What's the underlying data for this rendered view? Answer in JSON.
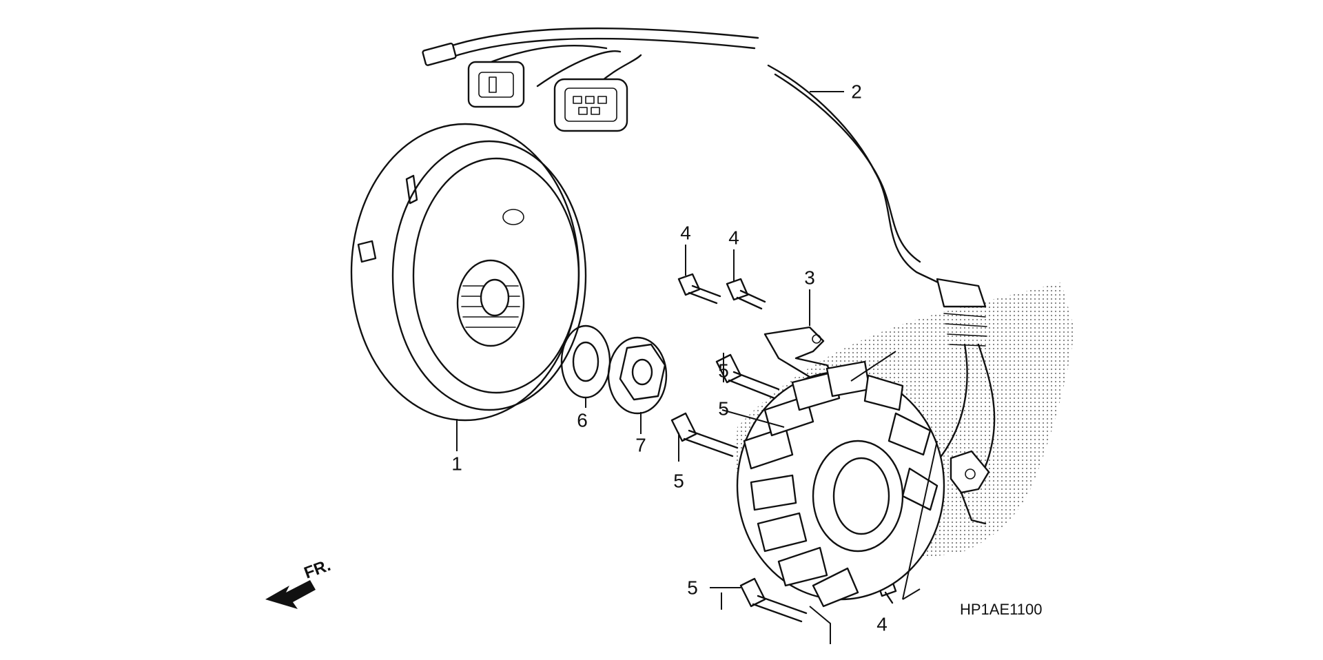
{
  "diagram": {
    "callouts": [
      "1",
      "2",
      "3",
      "4",
      "4",
      "4",
      "5",
      "5",
      "5",
      "5",
      "6",
      "7"
    ],
    "diagram_code": "HP1AE1100",
    "front_indicator": "FR."
  }
}
